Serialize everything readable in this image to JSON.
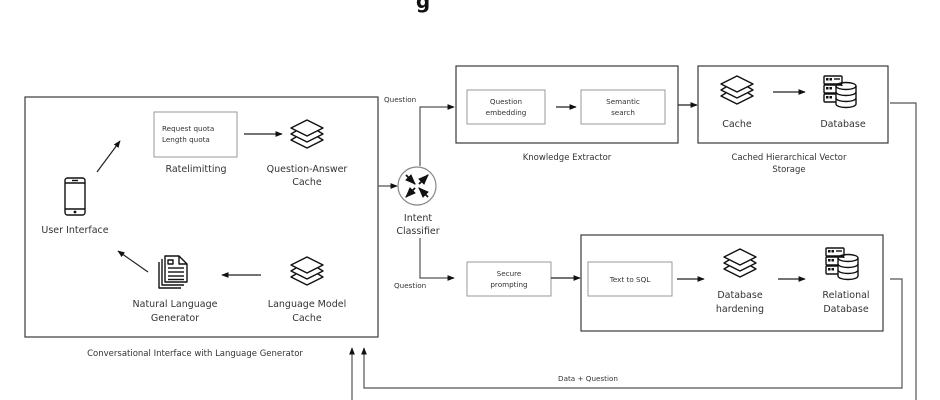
{
  "title_fragment": "g",
  "conversational": {
    "caption": "Conversational Interface with Language Generator",
    "user_interface": "User Interface",
    "ratelimit_box": [
      "Request quota",
      "Length quota"
    ],
    "ratelimit_caption": "Ratelimitting",
    "qa_cache": [
      "Question-Answer",
      "Cache"
    ],
    "nl_generator": [
      "Natural Language",
      "Generator"
    ],
    "lm_cache": [
      "Language Model",
      "Cache"
    ]
  },
  "intent_classifier": [
    "Intent",
    "Classifier"
  ],
  "edge_labels": {
    "question_top": "Question",
    "question_bottom": "Question",
    "data_question": "Data + Question"
  },
  "knowledge_extractor": {
    "caption": "Knowledge Extractor",
    "question_embedding": [
      "Question",
      "embedding"
    ],
    "semantic_search": [
      "Semantic",
      "search"
    ]
  },
  "vector_storage": {
    "caption": [
      "Cached Hierarchical Vector",
      "Storage"
    ],
    "cache": "Cache",
    "database": "Database"
  },
  "sql_path": {
    "secure_prompting": [
      "Secure",
      "prompting"
    ],
    "text_to_sql": "Text to SQL",
    "db_hardening": [
      "Database",
      "hardening"
    ],
    "relational_db": [
      "Relational",
      "Database"
    ]
  }
}
